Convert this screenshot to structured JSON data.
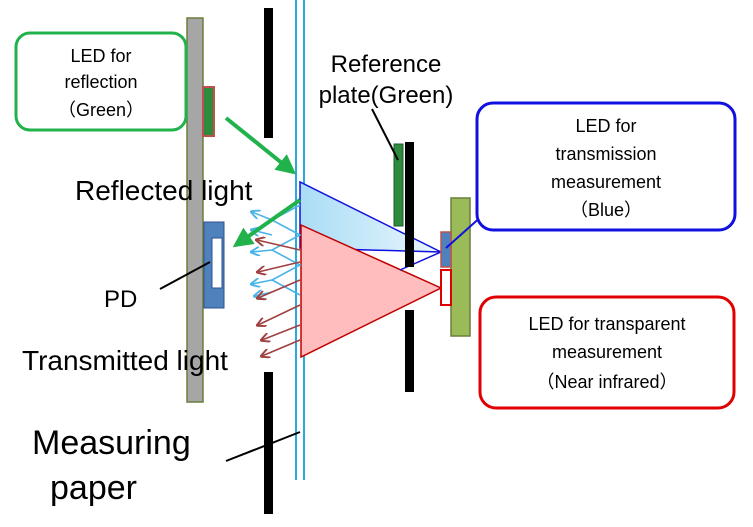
{
  "labels": {
    "led_reflection": [
      "LED for",
      "reflection",
      "（Green）"
    ],
    "reference_plate": [
      "Reference",
      "plate(Green)"
    ],
    "led_transmission": [
      "LED for",
      "transmission",
      "measurement",
      "（Blue）"
    ],
    "reflected_light": "Reflected light",
    "pd": "PD",
    "transmitted_light": "Transmitted light",
    "led_transparent": [
      "LED for transparent",
      "measurement",
      "（Near infrared）"
    ],
    "measuring_paper": [
      "Measuring",
      "paper"
    ]
  },
  "colors": {
    "green_border": "#22b24c",
    "blue_border": "#1010e0",
    "red_border": "#e00000",
    "left_board": "#a6a6a6",
    "right_board": "#9bbb59",
    "paper_line": "#2aa8e0",
    "pd_blue": "#4f81bd",
    "triangle_red_fill": "#ffbdbd",
    "triangle_blue_fill": "#cdeefa",
    "reflect_arrow": "#4ab4e8",
    "transmit_arrow": "#a04040"
  }
}
